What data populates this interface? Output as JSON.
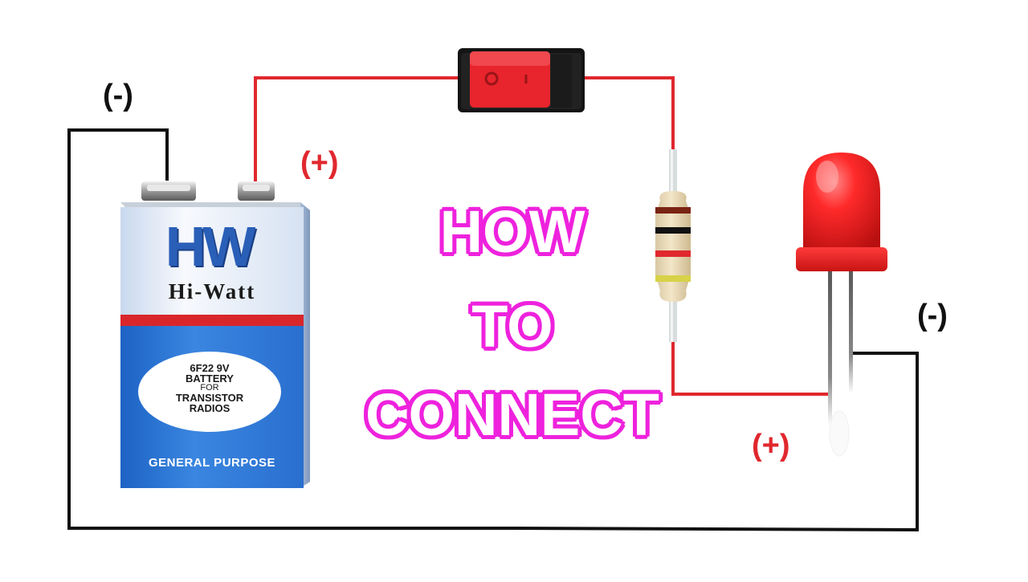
{
  "title": {
    "line1": "HOW",
    "line2": "TO",
    "line3": "CONNECT"
  },
  "battery": {
    "brand_logo": "HW",
    "brand_name": "Hi-Watt",
    "label_line1": "6F22 9V",
    "label_line2": "BATTERY",
    "label_line3": "FOR",
    "label_line4": "TRANSISTOR",
    "label_line5": "RADIOS",
    "footer": "GENERAL PURPOSE"
  },
  "labels": {
    "battery_negative": "(-)",
    "battery_positive": "(+)",
    "led_negative": "(-)",
    "led_positive": "(+)"
  },
  "colors": {
    "positive_wire": "#e0282e",
    "negative_wire": "#111111",
    "title_outline": "#ee22dd",
    "battery_blue": "#2e7ad6",
    "battery_red": "#d9262b",
    "led_red": "#ff2a2a",
    "switch_red": "#e8242c"
  }
}
